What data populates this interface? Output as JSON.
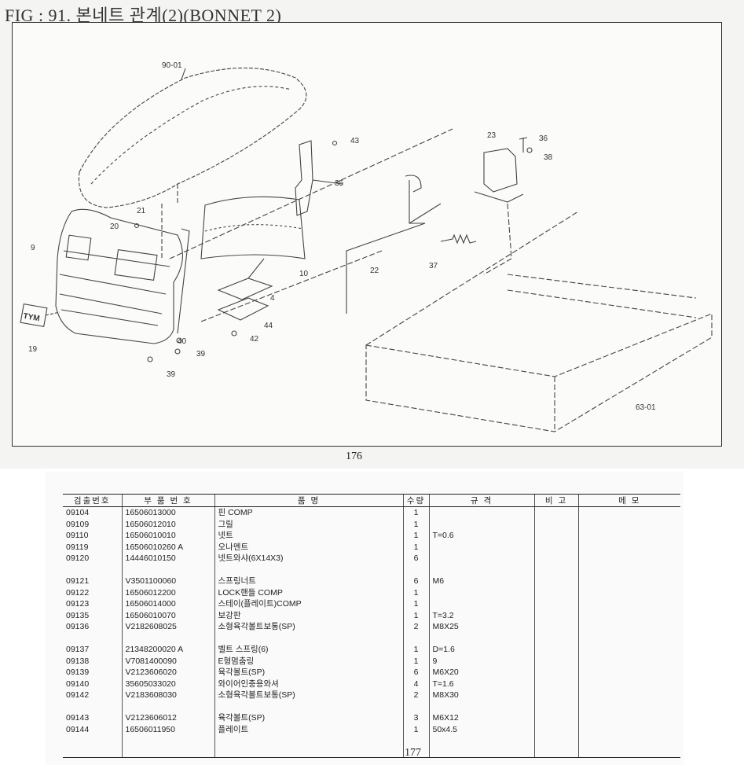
{
  "figure": {
    "title": "FIG : 91. 본네트 관계(2)(BONNET 2)",
    "page_top": "176",
    "page_bottom": "177"
  },
  "diagram": {
    "part_labels": [
      "90-01",
      "43",
      "23",
      "36",
      "38",
      "35",
      "21",
      "20",
      "9",
      "10",
      "22",
      "37",
      "4",
      "44",
      "42",
      "40",
      "39",
      "39",
      "19",
      "63-01"
    ],
    "emblem_text": "TYM"
  },
  "table": {
    "headers": [
      "검출번호",
      "부 품 번 호",
      "품 명",
      "수량",
      "규 격",
      "비 고",
      "메 모"
    ],
    "rows": [
      {
        "no": "09104",
        "part": "16506013000",
        "name": "핀 COMP",
        "qty": "1",
        "spec": ""
      },
      {
        "no": "09109",
        "part": "16506012010",
        "name": "그릴",
        "qty": "1",
        "spec": ""
      },
      {
        "no": "09110",
        "part": "16506010010",
        "name": "넷트",
        "qty": "1",
        "spec": "T=0.6"
      },
      {
        "no": "09119",
        "part": "16506010260 A",
        "name": "오나멘트",
        "qty": "1",
        "spec": ""
      },
      {
        "no": "09120",
        "part": "14446010150",
        "name": "넷트와샤(6X14X3)",
        "qty": "6",
        "spec": ""
      },
      {
        "no": "",
        "part": "",
        "name": "",
        "qty": "",
        "spec": ""
      },
      {
        "no": "09121",
        "part": "V3501100060",
        "name": "스프링너트",
        "qty": "6",
        "spec": "M6"
      },
      {
        "no": "09122",
        "part": "16506012200",
        "name": "LOCK핸들 COMP",
        "qty": "1",
        "spec": ""
      },
      {
        "no": "09123",
        "part": "16506014000",
        "name": "스테이(플레이트)COMP",
        "qty": "1",
        "spec": ""
      },
      {
        "no": "09135",
        "part": "16506010070",
        "name": "보강판",
        "qty": "1",
        "spec": "T=3.2"
      },
      {
        "no": "09136",
        "part": "V2182608025",
        "name": "소형육각볼트보통(SP)",
        "qty": "2",
        "spec": "M8X25"
      },
      {
        "no": "",
        "part": "",
        "name": "",
        "qty": "",
        "spec": ""
      },
      {
        "no": "09137",
        "part": "21348200020 A",
        "name": "벨트 스프링(6)",
        "qty": "1",
        "spec": "D=1.6"
      },
      {
        "no": "09138",
        "part": "V7081400090",
        "name": "E형멈춤링",
        "qty": "1",
        "spec": "9"
      },
      {
        "no": "09139",
        "part": "V2123606020",
        "name": "육각볼트(SP)",
        "qty": "6",
        "spec": "M6X20"
      },
      {
        "no": "09140",
        "part": "35605033020",
        "name": "와이어인충용와셔",
        "qty": "4",
        "spec": "T=1.6"
      },
      {
        "no": "09142",
        "part": "V2183608030",
        "name": "소형육각볼트보통(SP)",
        "qty": "2",
        "spec": "M8X30"
      },
      {
        "no": "",
        "part": "",
        "name": "",
        "qty": "",
        "spec": ""
      },
      {
        "no": "09143",
        "part": "V2123606012",
        "name": "육각볼트(SP)",
        "qty": "3",
        "spec": "M6X12"
      },
      {
        "no": "09144",
        "part": "16506011950",
        "name": "플레이트",
        "qty": "1",
        "spec": "50x4.5"
      }
    ]
  }
}
